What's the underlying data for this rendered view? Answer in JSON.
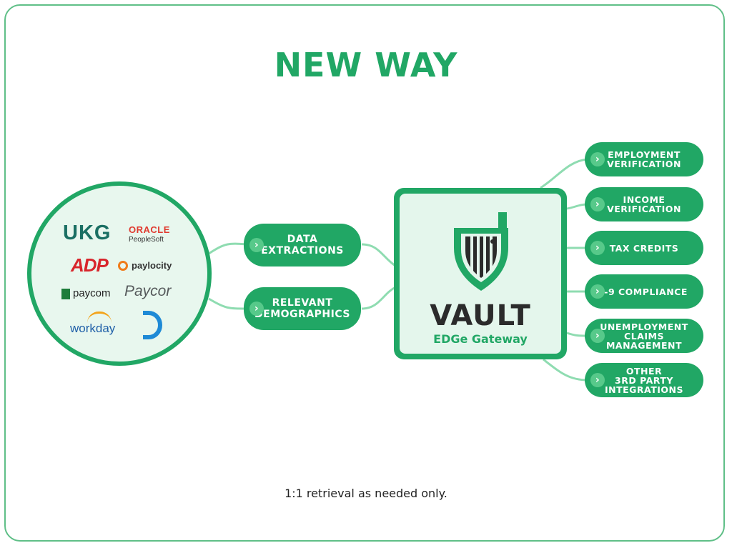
{
  "title": "NEW WAY",
  "logos": {
    "ukg": "UKG",
    "oracle": "ORACLE",
    "peoplesoft": "PeopleSoft",
    "adp": "ADP",
    "paylocity": "paylocity",
    "paycom": "paycom",
    "paycor": "Paycor",
    "workday": "workday"
  },
  "middle": [
    {
      "label": "DATA\nEXTRACTIONS"
    },
    {
      "label": "RELEVANT\nDEMOGRAPHICS"
    }
  ],
  "vault": {
    "name": "VAULT",
    "subtitle": "EDGe Gateway"
  },
  "outputs": [
    {
      "label": "EMPLOYMENT\nVERIFICATION"
    },
    {
      "label": "INCOME\nVERIFICATION"
    },
    {
      "label": "TAX CREDITS"
    },
    {
      "label": "I-9 COMPLIANCE"
    },
    {
      "label": "UNEMPLOYMENT\nCLAIMS\nMANAGEMENT"
    },
    {
      "label": "OTHER\n3RD PARTY\nINTEGRATIONS"
    }
  ],
  "caption": "1:1 retrieval as needed only.",
  "colors": {
    "brand_green": "#21a765",
    "light_green": "#e4f6ec",
    "wire": "#8fdcb1",
    "frame": "#5fbf87",
    "dark": "#2b2b2b"
  }
}
